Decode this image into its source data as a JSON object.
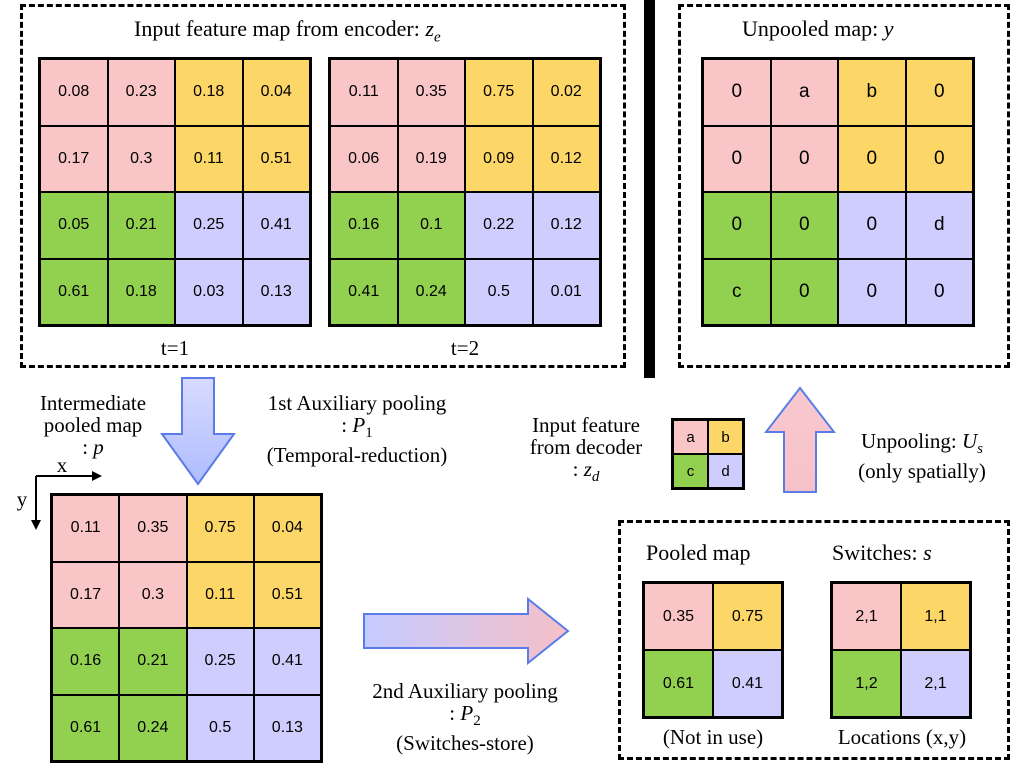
{
  "colors": {
    "pink": "#f9c5c7",
    "yellow": "#fcd667",
    "green": "#92d050",
    "lavender": "#cfcdfd",
    "arrow_fill": "#ccd2ff",
    "arrow_stroke": "#5b7ce8"
  },
  "encoder_box": {
    "title": "Input feature map from encoder: ",
    "title_var": "z",
    "title_sub": "e",
    "t1_label": "t=1",
    "t2_label": "t=2",
    "t1_grid": [
      [
        "0.08",
        "0.23",
        "0.18",
        "0.04"
      ],
      [
        "0.17",
        "0.3",
        "0.11",
        "0.51"
      ],
      [
        "0.05",
        "0.21",
        "0.25",
        "0.41"
      ],
      [
        "0.61",
        "0.18",
        "0.03",
        "0.13"
      ]
    ],
    "t2_grid": [
      [
        "0.11",
        "0.35",
        "0.75",
        "0.02"
      ],
      [
        "0.06",
        "0.19",
        "0.09",
        "0.12"
      ],
      [
        "0.16",
        "0.1",
        "0.22",
        "0.12"
      ],
      [
        "0.41",
        "0.24",
        "0.5",
        "0.01"
      ]
    ]
  },
  "unpooled_box": {
    "title": "Unpooled map: ",
    "title_var": "y",
    "grid": [
      [
        "0",
        "a",
        "b",
        "0"
      ],
      [
        "0",
        "0",
        "0",
        "0"
      ],
      [
        "0",
        "0",
        "0",
        "d"
      ],
      [
        "c",
        "0",
        "0",
        "0"
      ]
    ]
  },
  "intermediate": {
    "label_line1": "Intermediate",
    "label_line2": "pooled map",
    "label_line3": ": ",
    "label_var": "p",
    "axis_x": "x",
    "axis_y": "y",
    "grid": [
      [
        "0.11",
        "0.35",
        "0.75",
        "0.04"
      ],
      [
        "0.17",
        "0.3",
        "0.11",
        "0.51"
      ],
      [
        "0.16",
        "0.21",
        "0.25",
        "0.41"
      ],
      [
        "0.61",
        "0.24",
        "0.5",
        "0.13"
      ]
    ]
  },
  "aux1": {
    "line1": "1st Auxiliary pooling",
    "line2": ": ",
    "var": "P",
    "sub": "1",
    "line3": "(Temporal-reduction)"
  },
  "aux2": {
    "line1": "2nd Auxiliary pooling",
    "line2": ": ",
    "var": "P",
    "sub": "2",
    "line3": "(Switches-store)"
  },
  "decoder_input": {
    "line1": "Input feature",
    "line2": "from decoder",
    "line3": ": ",
    "var": "z",
    "sub": "d",
    "grid": [
      [
        "a",
        "b"
      ],
      [
        "c",
        "d"
      ]
    ]
  },
  "unpooling": {
    "line1": "Unpooling: ",
    "var": "U",
    "sub": "s",
    "line2": "(only spatially)"
  },
  "pooled_box": {
    "pooled_title": "Pooled map",
    "pooled_grid": [
      [
        "0.35",
        "0.75"
      ],
      [
        "0.61",
        "0.41"
      ]
    ],
    "pooled_caption": "(Not in use)",
    "switches_title": "Switches: ",
    "switches_var": "s",
    "switches_grid": [
      [
        "2,1",
        "1,1"
      ],
      [
        "1,2",
        "2,1"
      ]
    ],
    "switches_caption": "Locations (x,y)"
  }
}
